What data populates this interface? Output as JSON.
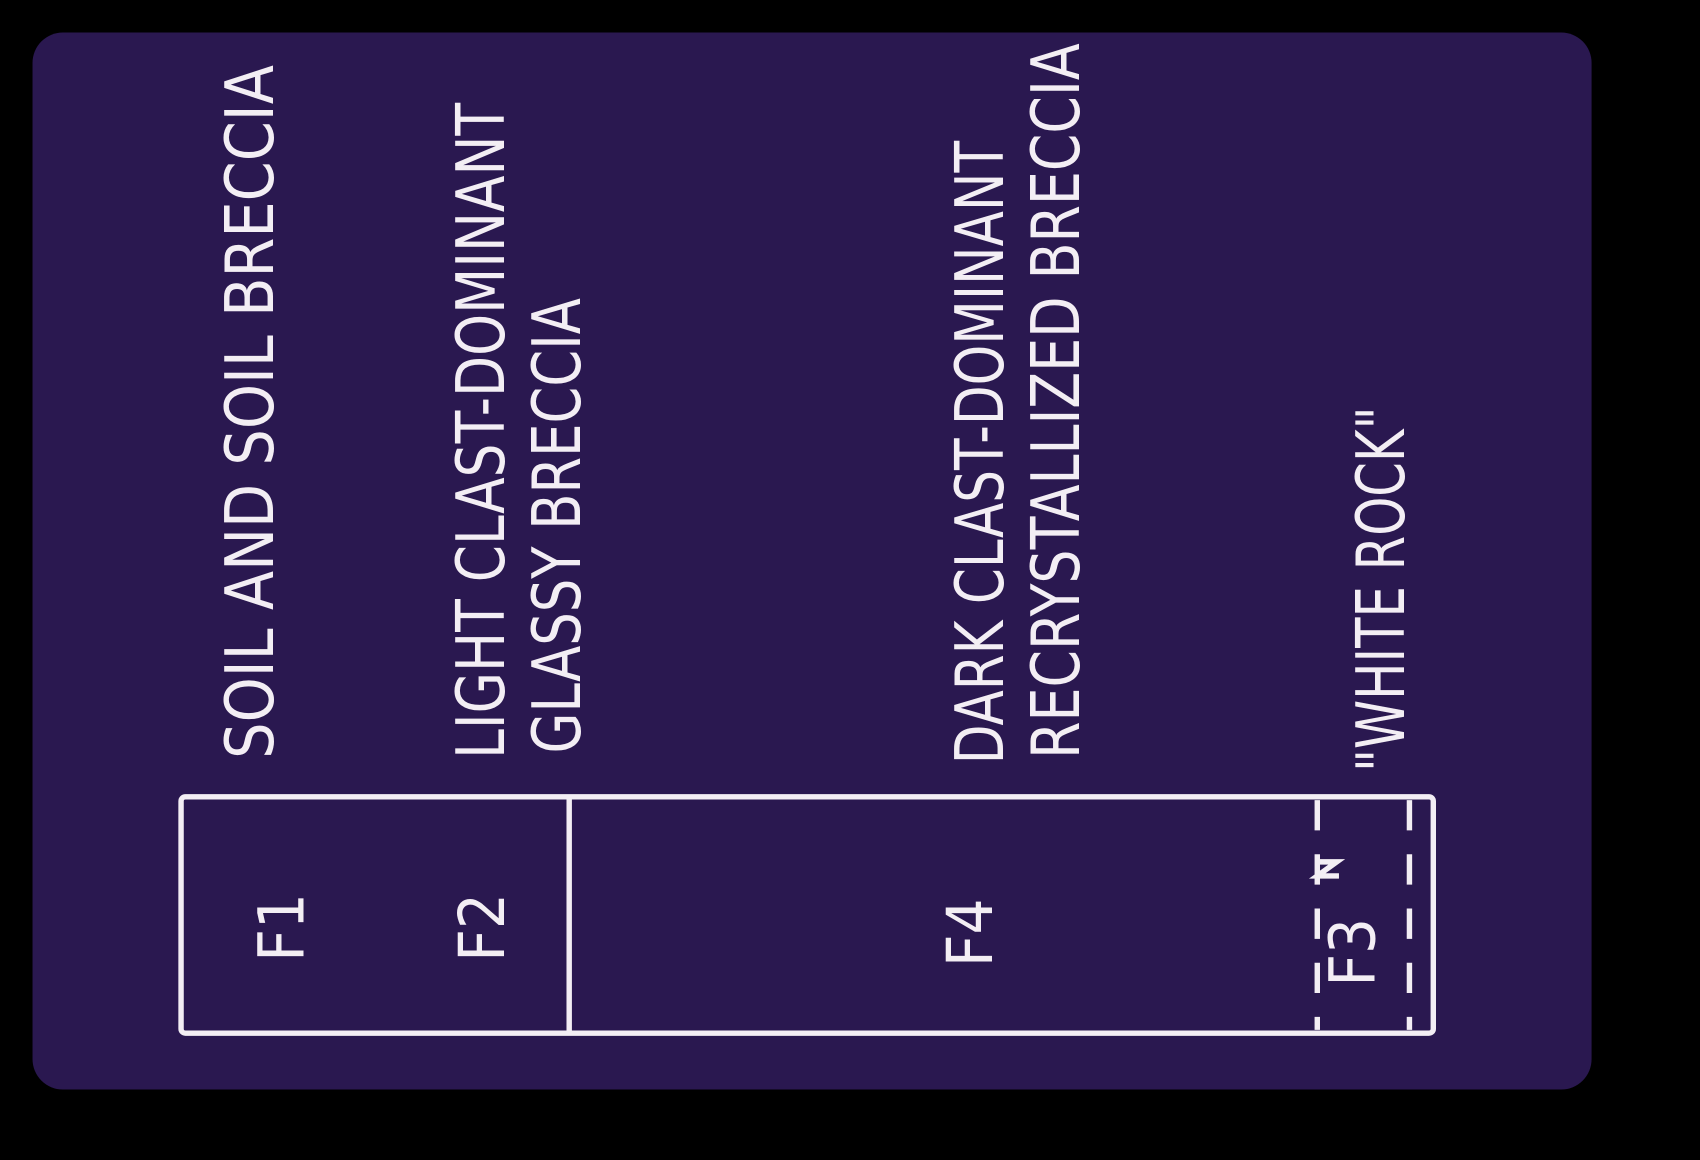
{
  "slide": {
    "background_color": "#2a1850",
    "line_color": "#f3eef4",
    "units": [
      {
        "label": "SOIL AND SOIL BRECCIA"
      },
      {
        "label_lines": [
          "LIGHT CLAST-DOMINANT",
          "GLASSY BRECCIA"
        ]
      },
      {
        "label_lines": [
          "DARK CLAST-DOMINANT",
          "RECRYSTALLIZED BRECCIA"
        ]
      },
      {
        "label": "\"WHITE ROCK\""
      }
    ],
    "column_labels": [
      "F1",
      "F2",
      "F4",
      "F3"
    ]
  }
}
